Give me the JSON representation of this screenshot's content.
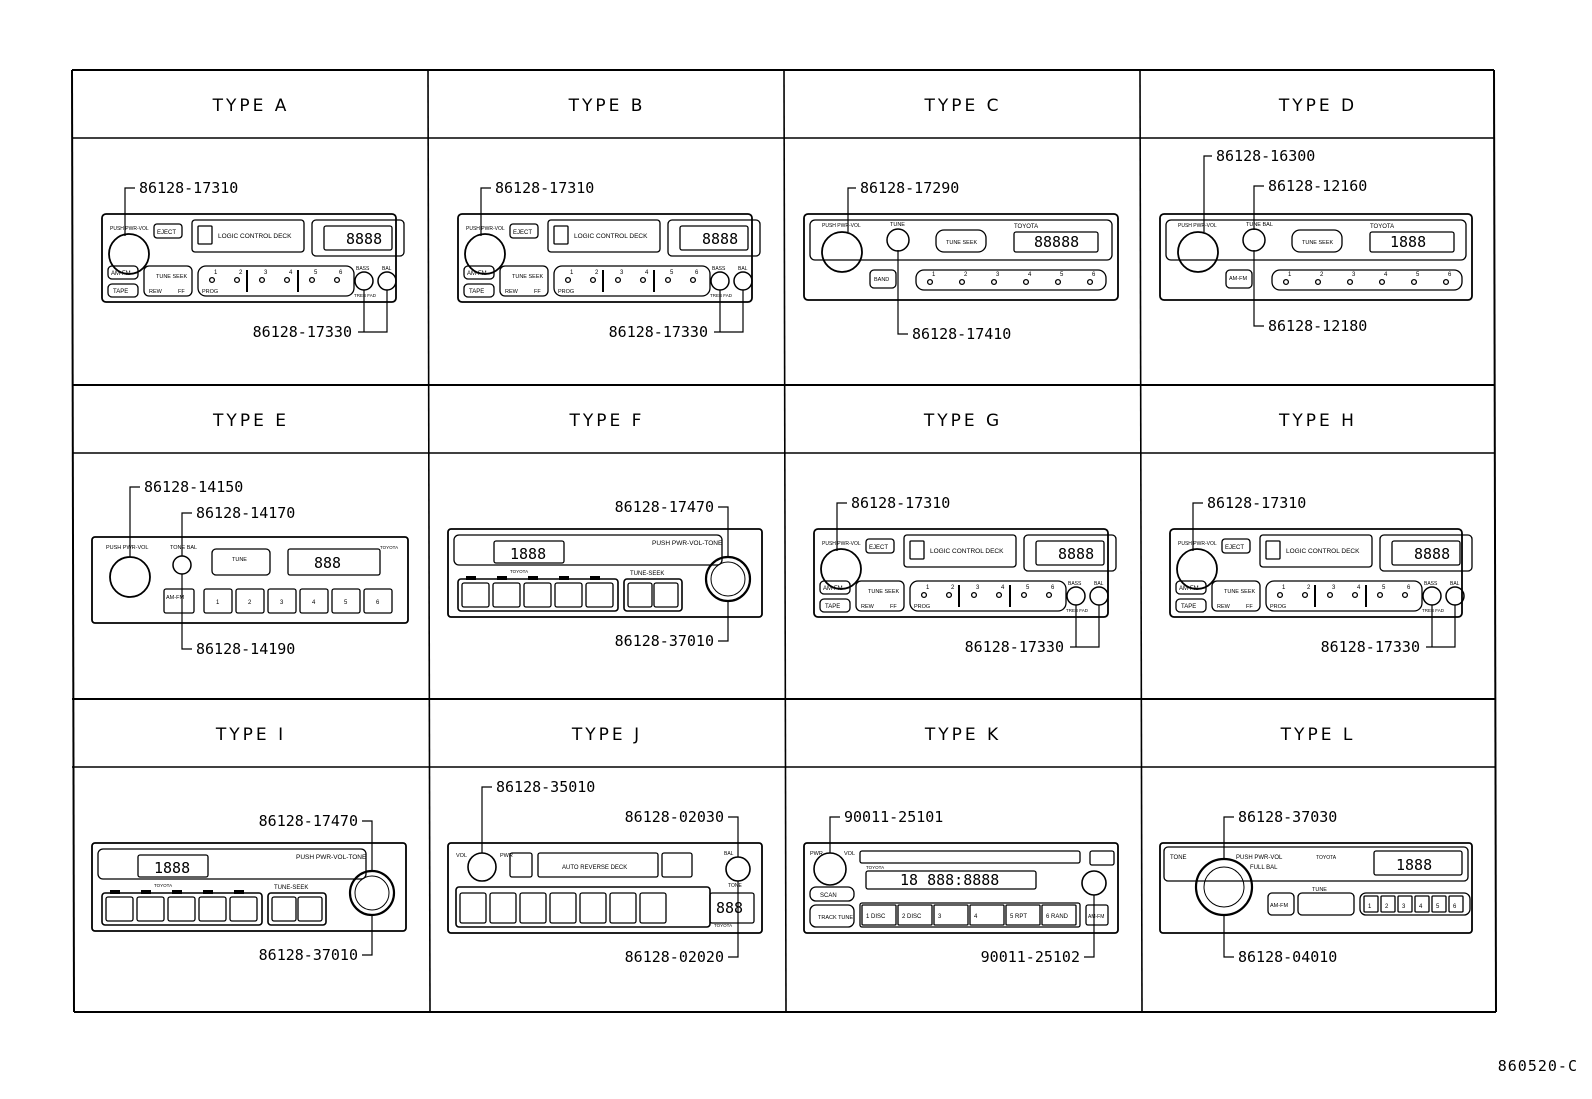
{
  "reference": "860520-C",
  "types": [
    {
      "id": "A",
      "label": "TYPE A",
      "parts": [
        "86128-17310",
        "86128-17330"
      ],
      "buttons": {
        "vol": "PUSH PWR-VOL",
        "eject": "EJECT",
        "deck": "LOGIC CONTROL DECK",
        "amfm": "AM-FM",
        "tape": "TAPE",
        "tune": "TUNE SEEK",
        "rew": "REW",
        "ff": "FF",
        "prog": "PROG",
        "bass": "BASS",
        "bal": "BAL",
        "treb": "TREB FAD",
        "lcd": "8888"
      }
    },
    {
      "id": "B",
      "label": "TYPE B",
      "parts": [
        "86128-17310",
        "86128-17330"
      ],
      "buttons": {
        "vol": "PUSH PWR-VOL",
        "eject": "EJECT",
        "deck": "LOGIC CONTROL DECK",
        "amfm": "AM-FM",
        "tape": "TAPE",
        "tune": "TUNE SEEK",
        "rew": "REW",
        "ff": "FF",
        "prog": "PROG",
        "bass": "BASS",
        "bal": "BAL",
        "treb": "TREB FAD",
        "lcd": "8888"
      }
    },
    {
      "id": "C",
      "label": "TYPE C",
      "parts": [
        "86128-17290",
        "86128-17410"
      ],
      "buttons": {
        "vol": "PUSH PWR-VOL",
        "tune": "TUNE",
        "seek": "TUNE SEEK",
        "band": "BAND",
        "brand": "TOYOTA",
        "lcd": "88888"
      }
    },
    {
      "id": "D",
      "label": "TYPE D",
      "parts": [
        "86128-16300",
        "86128-12160",
        "86128-12180"
      ],
      "buttons": {
        "vol": "PUSH PWR-VOL",
        "tune": "TUNE BAL",
        "seek": "TUNE SEEK",
        "amfm": "AM-FM",
        "brand": "TOYOTA",
        "lcd": "1888"
      }
    },
    {
      "id": "E",
      "label": "TYPE E",
      "parts": [
        "86128-14150",
        "86128-14170",
        "86128-14190"
      ],
      "buttons": {
        "vol": "PUSH PWR-VOL",
        "tone": "TONE BAL",
        "tune": "TUNE",
        "brand": "TOYOTA",
        "amfm": "AM-FM",
        "presets": [
          "1",
          "2",
          "3",
          "4",
          "5",
          "6"
        ],
        "lcd": "888"
      }
    },
    {
      "id": "F",
      "label": "TYPE F",
      "parts": [
        "86128-17470",
        "86128-37010"
      ],
      "buttons": {
        "vol": "PUSH PWR-VOL-TONE",
        "seek": "TUNE-SEEK",
        "brand": "TOYOTA",
        "lcd": "1888"
      }
    },
    {
      "id": "G",
      "label": "TYPE G",
      "parts": [
        "86128-17310",
        "86128-17330"
      ],
      "buttons": {
        "vol": "PUSH PWR-VOL",
        "eject": "EJECT",
        "deck": "LOGIC CONTROL DECK",
        "amfm": "AM-FM",
        "tape": "TAPE",
        "tune": "TUNE SEEK",
        "rew": "REW",
        "ff": "FF",
        "prog": "PROG",
        "bass": "BASS",
        "bal": "BAL",
        "treb": "TREB FAD",
        "lcd": "8888"
      }
    },
    {
      "id": "H",
      "label": "TYPE H",
      "parts": [
        "86128-17310",
        "86128-17330"
      ],
      "buttons": {
        "vol": "PUSH PWR-VOL",
        "eject": "EJECT",
        "deck": "LOGIC CONTROL DECK",
        "amfm": "AM-FM",
        "tape": "TAPE",
        "tune": "TUNE SEEK",
        "rew": "REW",
        "ff": "FF",
        "prog": "PROG",
        "bass": "BASS",
        "bal": "BAL",
        "treb": "TREB FAD",
        "lcd": "8888"
      }
    },
    {
      "id": "I",
      "label": "TYPE I",
      "parts": [
        "86128-17470",
        "86128-37010"
      ],
      "buttons": {
        "vol": "PUSH PWR-VOL-TONE",
        "seek": "TUNE-SEEK",
        "brand": "TOYOTA",
        "lcd": "1888"
      }
    },
    {
      "id": "J",
      "label": "TYPE J",
      "parts": [
        "86128-35010",
        "86128-02030",
        "86128-02020"
      ],
      "buttons": {
        "vol": "VOL",
        "pwr": "PWR",
        "deck": "AUTO REVERSE DECK",
        "bal": "BAL",
        "tone": "TONE",
        "brand": "TOYOTA",
        "lcd": "888"
      }
    },
    {
      "id": "K",
      "label": "TYPE K",
      "parts": [
        "90011-25101",
        "90011-25102"
      ],
      "buttons": {
        "vol": "VOL",
        "pwr": "PWR",
        "scan": "SCAN",
        "track": "TRACK TUNE",
        "disc": "1 DISC",
        "disc2": "2 DISC",
        "rpt": "5 RPT",
        "rand": "6 RAND",
        "amfm": "AM-FM",
        "brand": "TOYOTA",
        "lcd": "18 888:8888"
      }
    },
    {
      "id": "L",
      "label": "TYPE L",
      "parts": [
        "86128-37030",
        "86128-04010"
      ],
      "buttons": {
        "vol": "PUSH PWR-VOL",
        "full": "FULL BAL",
        "tone": "TONE",
        "tune": "TUNE",
        "amfm": "AM-FM",
        "brand": "TOYOTA",
        "presets": [
          "1",
          "2",
          "3",
          "4",
          "5",
          "6"
        ],
        "lcd": "1888"
      }
    }
  ]
}
